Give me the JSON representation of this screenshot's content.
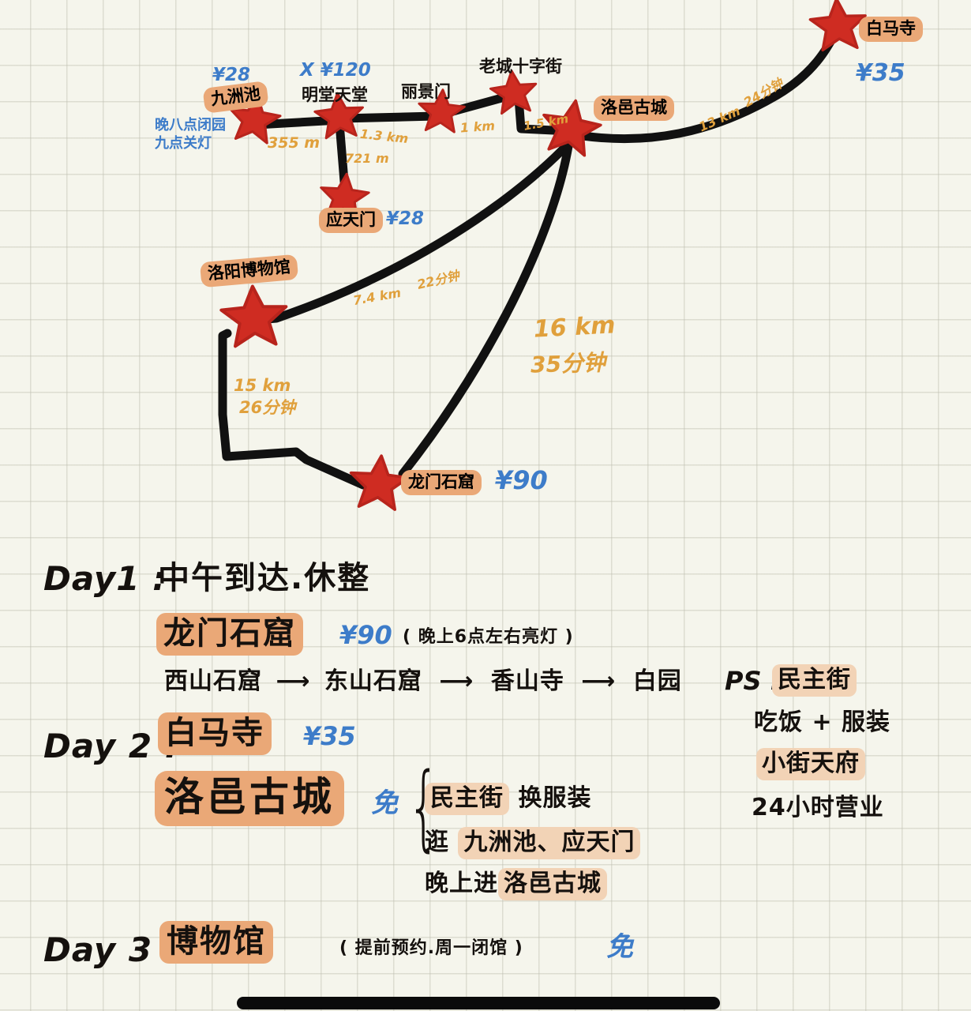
{
  "meta": {
    "kind": "handwritten-travel-itinerary",
    "colors": {
      "paper": "#f5f5ec",
      "grid": "#bebeaf",
      "ink_black": "#15110e",
      "ink_blue": "#3d7cc9",
      "ink_orange": "#e0a03c",
      "star_red": "#cf2c22",
      "highlight_orange": "#eaa877",
      "highlight_light": "#f2d3b6"
    }
  },
  "map": {
    "nodes": [
      {
        "id": "jiuzhouchi",
        "label": "九洲池",
        "price": "¥28",
        "highlight": true,
        "note": "晚八点闭园\n九点关灯"
      },
      {
        "id": "mingtang",
        "label": "明堂天堂",
        "price": "X ¥120",
        "highlight": false,
        "note": ""
      },
      {
        "id": "lijingmen",
        "label": "丽景门",
        "price": "",
        "highlight": false,
        "note": ""
      },
      {
        "id": "laocheng",
        "label": "老城十字街",
        "price": "",
        "highlight": false,
        "note": ""
      },
      {
        "id": "luoyigucheng",
        "label": "洛邑古城",
        "price": "",
        "highlight": true,
        "note": ""
      },
      {
        "id": "baimasi",
        "label": "白马寺",
        "price": "¥35",
        "highlight": true,
        "note": ""
      },
      {
        "id": "yingtianmen",
        "label": "应天门",
        "price": "¥28",
        "highlight": true,
        "note": ""
      },
      {
        "id": "museum",
        "label": "洛阳博物馆",
        "price": "",
        "highlight": true,
        "note": ""
      },
      {
        "id": "longmen",
        "label": "龙门石窟",
        "price": "¥90",
        "highlight": true,
        "note": ""
      }
    ],
    "edges": [
      {
        "from": "jiuzhouchi",
        "to": "mingtang",
        "distance": "355 m",
        "duration": ""
      },
      {
        "from": "mingtang",
        "to": "yingtianmen",
        "distance": "721 m",
        "duration": ""
      },
      {
        "from": "mingtang",
        "to": "lijingmen",
        "distance": "1.3 km",
        "duration": ""
      },
      {
        "from": "lijingmen",
        "to": "laocheng",
        "distance": "1 km",
        "duration": ""
      },
      {
        "from": "laocheng",
        "to": "luoyigucheng",
        "distance": "1.5 km",
        "duration": ""
      },
      {
        "from": "luoyigucheng",
        "to": "baimasi",
        "distance": "13 km",
        "duration": "24分钟"
      },
      {
        "from": "luoyigucheng",
        "to": "museum",
        "distance": "7.4 km",
        "duration": "22分钟"
      },
      {
        "from": "luoyigucheng",
        "to": "longmen",
        "distance": "16 km",
        "duration": "35分钟"
      },
      {
        "from": "museum",
        "to": "longmen",
        "distance": "15 km",
        "duration": "26分钟"
      }
    ]
  },
  "itinerary": [
    {
      "day": "Day1 :",
      "headline": "中午到达.休整",
      "spot": "龙门石窟",
      "price": "¥90",
      "aside": "( 晚上6点左右亮灯 )",
      "route": [
        "西山石窟",
        "东山石窟",
        "香山寺",
        "白园"
      ],
      "route_arrow": "⟶"
    },
    {
      "day": "Day 2 :",
      "spot1": "白马寺",
      "price1": "¥35",
      "spot2": "洛邑古城",
      "free_mark": "免",
      "sub_items": [
        {
          "pre": "",
          "hl": "民主街",
          "post": " 换服装"
        },
        {
          "pre": "逛 ",
          "hl": "九洲池、应天门",
          "post": ""
        },
        {
          "pre": "晚上进",
          "hl": "洛邑古城",
          "post": ""
        }
      ]
    },
    {
      "day": "Day 3 :",
      "spot": "博物馆",
      "aside": "( 提前预约.周一闭馆 )",
      "free_mark": "免"
    }
  ],
  "ps": {
    "prefix": "PS :",
    "lines": [
      {
        "text": "民主街",
        "highlight": true
      },
      {
        "text": "吃饭 + 服装",
        "highlight": false
      },
      {
        "text": "小街天府",
        "highlight": true
      },
      {
        "text": "24小时营业",
        "highlight": false
      }
    ]
  }
}
